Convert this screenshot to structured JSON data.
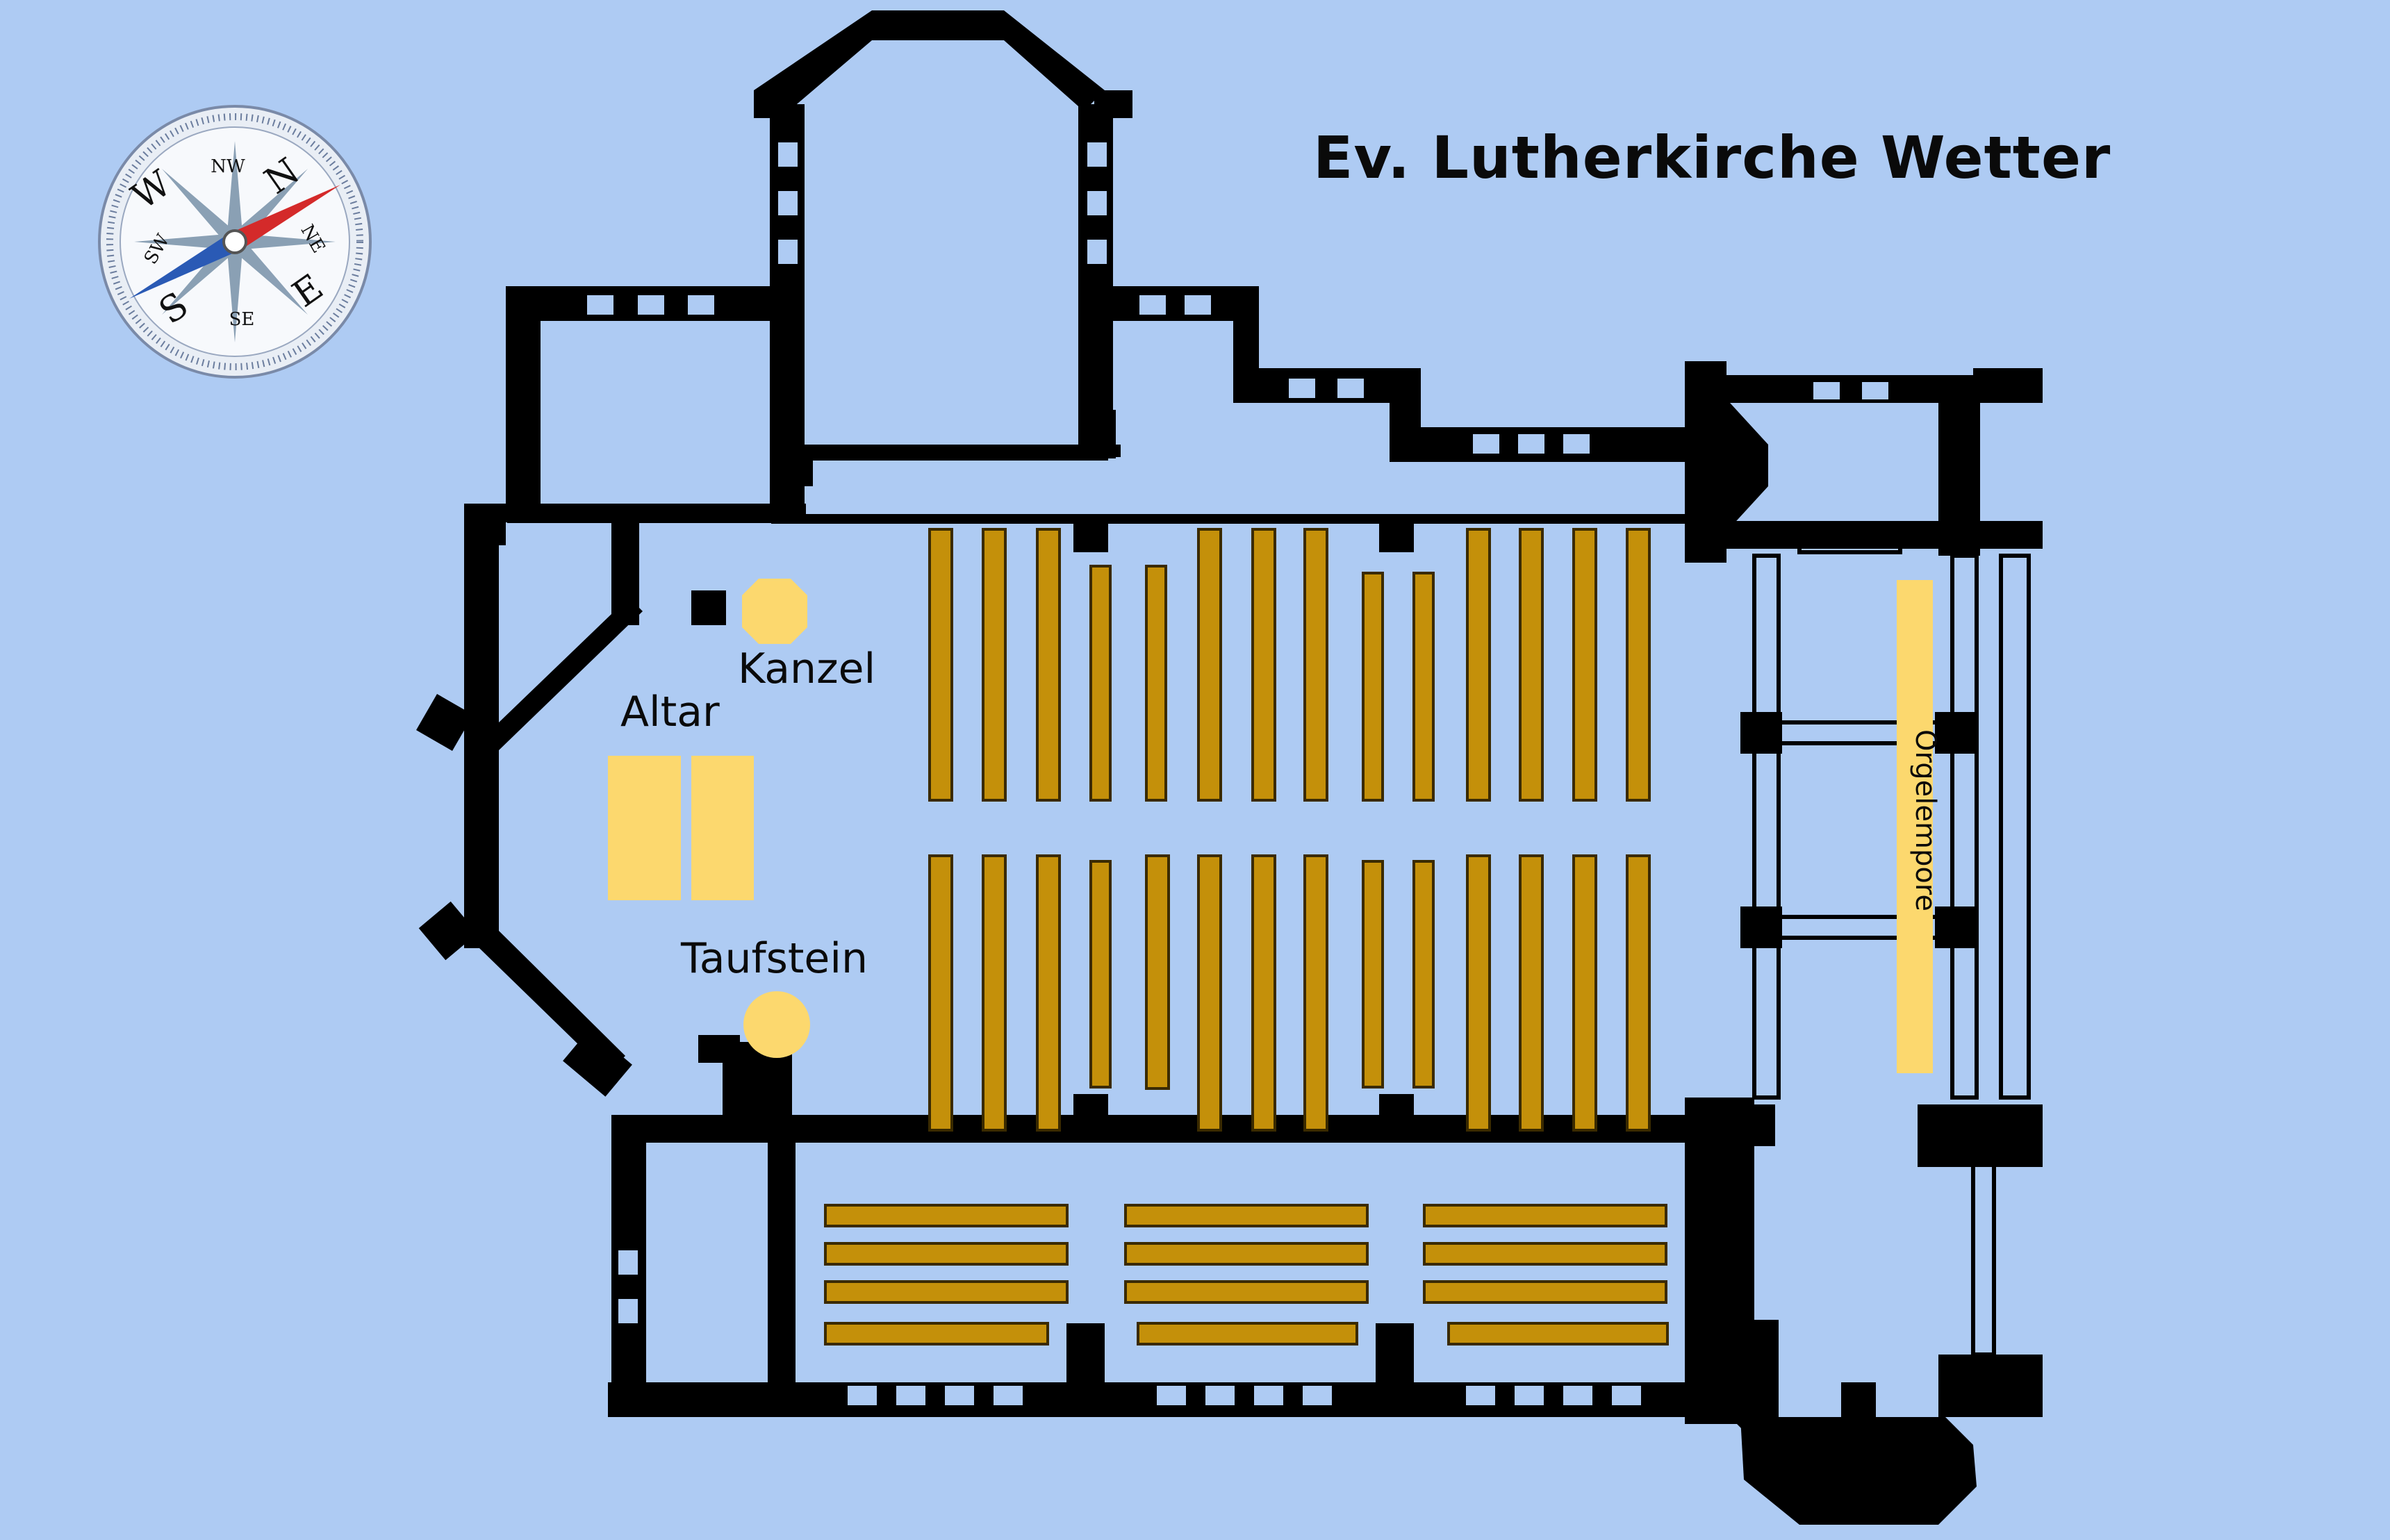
{
  "title": "Ev. Lutherkirche Wetter",
  "labels": {
    "kanzel": "Kanzel",
    "altar": "Altar",
    "taufstein": "Taufstein",
    "orgelempore": "Orgelempore"
  },
  "compass": {
    "n": "N",
    "s": "S",
    "w": "W",
    "e": "E",
    "nw": "NW",
    "ne": "NE",
    "sw": "SW",
    "se": "SE"
  },
  "colors": {
    "background": "#AECBF3",
    "walls": "#000000",
    "pews": "#C4900A",
    "furnishings": "#FCD86E",
    "needle_north": "#D42A2A",
    "needle_south": "#2A5AB5"
  }
}
